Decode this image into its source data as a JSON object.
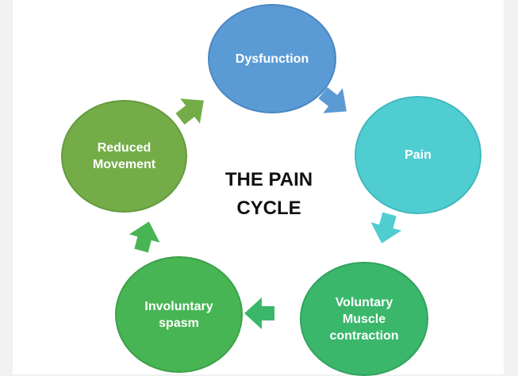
{
  "title": "THE PAIN\nCYCLE",
  "nodes": [
    {
      "id": "dysfunction",
      "label": "Dysfunction"
    },
    {
      "id": "pain",
      "label": "Pain"
    },
    {
      "id": "voluntary",
      "label": "Voluntary\nMuscle\ncontraction"
    },
    {
      "id": "involuntary",
      "label": "Involuntary\nspasm"
    },
    {
      "id": "reduced",
      "label": "Reduced\nMovement"
    }
  ],
  "edges": [
    {
      "from": "dysfunction",
      "to": "pain"
    },
    {
      "from": "pain",
      "to": "voluntary"
    },
    {
      "from": "voluntary",
      "to": "involuntary"
    },
    {
      "from": "involuntary",
      "to": "reduced"
    },
    {
      "from": "reduced",
      "to": "dysfunction"
    }
  ]
}
